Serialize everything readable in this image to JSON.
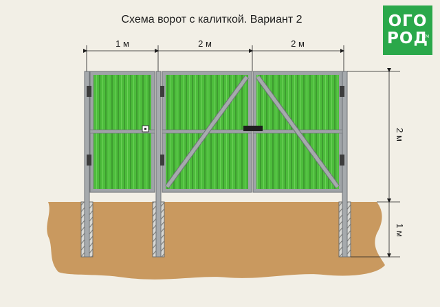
{
  "title": "Схема ворот с калиткой. Вариант 2",
  "logo": {
    "line1": "ОГО",
    "line2": "РОД",
    "mark": "TM",
    "bg_color": "#2aa84a"
  },
  "dimensions": {
    "wicket_width": "1 м",
    "leaf1_width": "2 м",
    "leaf2_width": "2 м",
    "height": "2 м",
    "depth": "1 м"
  },
  "colors": {
    "panel": "#4dbd3c",
    "frame": "#9fa3a7",
    "soil": "#c9995f",
    "background": "#f2efe6"
  }
}
